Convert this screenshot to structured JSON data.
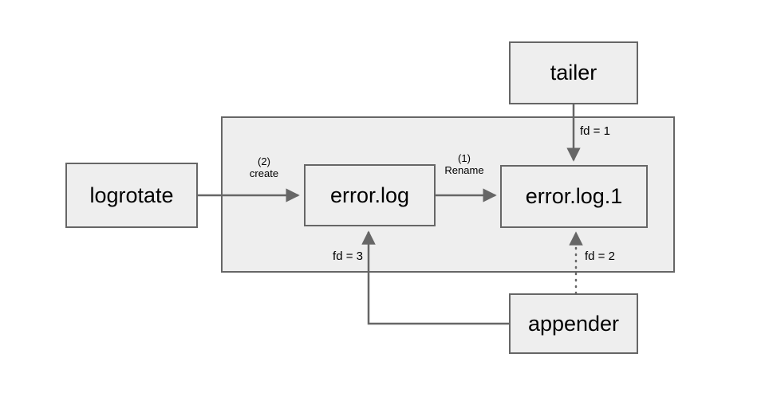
{
  "diagram": {
    "title": "log rotation file descriptor diagram",
    "background_color": "#ffffff",
    "node_fill": "#eeeeee",
    "stroke_color": "#666666",
    "text_color": "#000000",
    "nodes": {
      "logrotate": {
        "label": "logrotate"
      },
      "tailer": {
        "label": "tailer"
      },
      "appender": {
        "label": "appender"
      },
      "error_log": {
        "label": "error.log"
      },
      "error_log_1": {
        "label": "error.log.1"
      }
    },
    "group": {
      "label": ""
    },
    "edges": {
      "create": {
        "step": "(2)",
        "action": "create",
        "label": "(2)\ncreate",
        "style": "solid"
      },
      "rename": {
        "step": "(1)",
        "action": "Rename",
        "label": "(1)\nRename",
        "style": "solid"
      },
      "fd1": {
        "label": "fd = 1",
        "style": "solid"
      },
      "fd2": {
        "label": "fd = 2",
        "style": "dotted"
      },
      "fd3": {
        "label": "fd = 3",
        "style": "solid"
      }
    }
  }
}
